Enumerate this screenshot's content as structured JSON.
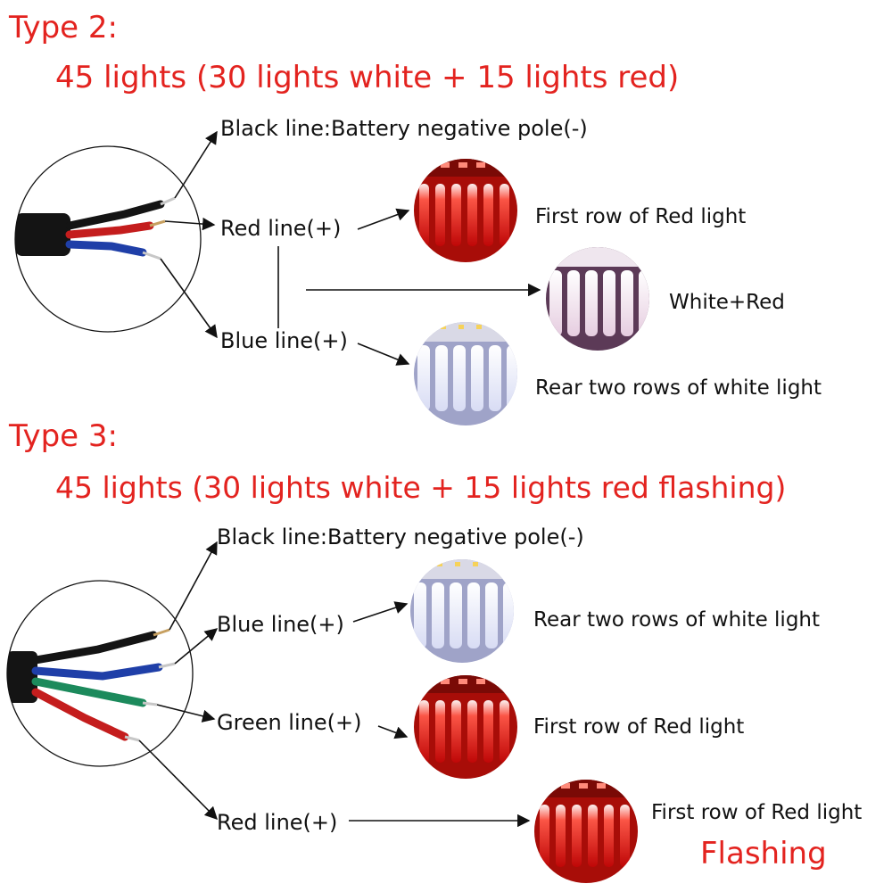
{
  "colors": {
    "heading": "#e3231f",
    "wire_black": "#141414",
    "wire_red": "#c41d1d",
    "wire_blue": "#1f3fa8",
    "wire_green": "#1c8a5c",
    "light_red": "#ff2a1a",
    "light_white": "#f4f4ff",
    "light_mixed": "#d8bcd6"
  },
  "type2": {
    "title": "Type 2:",
    "subtitle": "45 lights (30 lights white + 15 lights red)",
    "black_line": "Black line:Battery negative pole(-)",
    "red_line": "Red line(+)",
    "blue_line": "Blue line(+)",
    "out_red": "First row of Red light",
    "out_mixed": "White+Red",
    "out_white": "Rear two rows of white light"
  },
  "type3": {
    "title": "Type 3:",
    "subtitle": "45 lights (30 lights white + 15 lights red flashing)",
    "black_line": "Black line:Battery negative pole(-)",
    "blue_line": "Blue line(+)",
    "green_line": "Green line(+)",
    "red_line": "Red line(+)",
    "out_white": "Rear two rows of white light",
    "out_red": "First row of Red light",
    "out_flash": "First row of Red light",
    "flashing": "Flashing"
  }
}
